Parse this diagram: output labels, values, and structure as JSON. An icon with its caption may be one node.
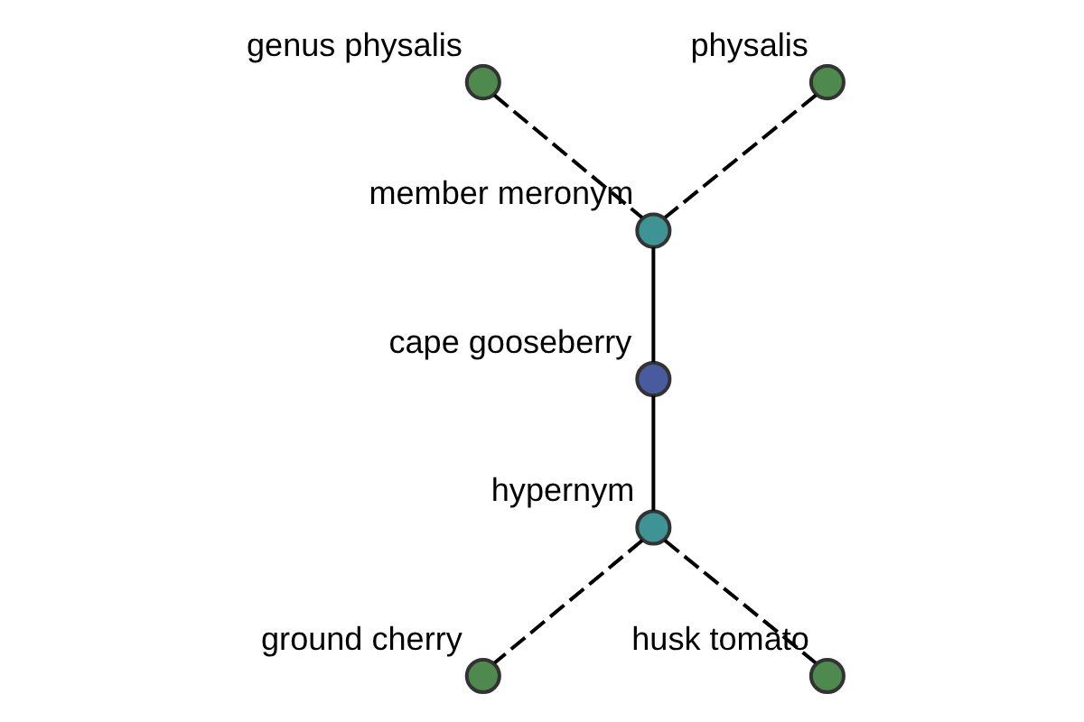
{
  "diagram": {
    "nodes": [
      {
        "text": [
          "genus physalis"
        ]
      },
      {
        "text": [
          "physalis"
        ]
      },
      {
        "text": [
          "member meronym"
        ]
      },
      {
        "text": [
          "cape gooseberry"
        ]
      },
      {
        "text": [
          "hypernym"
        ]
      },
      {
        "text": [
          "ground cherry"
        ]
      },
      {
        "text": [
          "husk tomato"
        ]
      }
    ],
    "edges": [
      {
        "from": 3,
        "to": 2,
        "arrow": "none"
      },
      {
        "from": 2,
        "to": 0,
        "arrow": "none",
        "style": "dashed"
      },
      {
        "from": 2,
        "to": 1,
        "arrow": "none",
        "style": "dashed"
      },
      {
        "from": 3,
        "to": 4,
        "arrow": "none"
      },
      {
        "from": 4,
        "to": 5,
        "arrow": "none",
        "style": "dashed"
      },
      {
        "from": 4,
        "to": 6,
        "arrow": "none",
        "style": "dashed"
      }
    ]
  }
}
